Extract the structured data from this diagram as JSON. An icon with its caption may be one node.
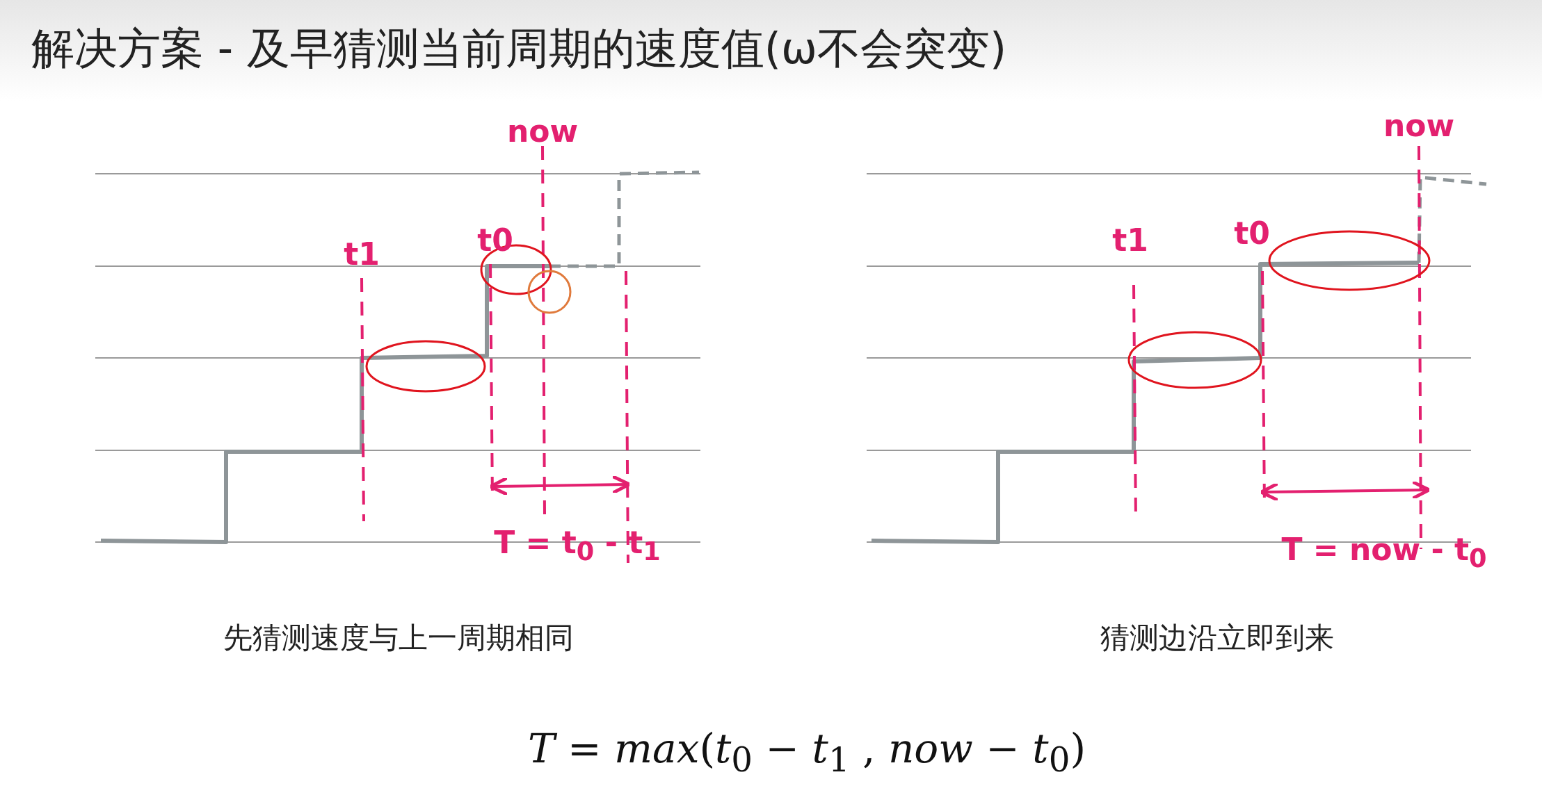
{
  "diagram": {
    "title": "解决方案 - 及早猜测当前周期的速度值(ω不会突变)",
    "labels": [
      "now",
      "t1",
      "t0",
      "T = t$_{0}$ - t$_{1}$",
      "now",
      "t1",
      "t0",
      "T = now - t$_{0}$",
      "先猜测速度与上一周期相同",
      "猜测边沿立即到来",
      "*T* = *max*(*t*$_{0}$ − *t*$_{1}$ , *now* − *t*$_{0}$)"
    ]
  }
}
